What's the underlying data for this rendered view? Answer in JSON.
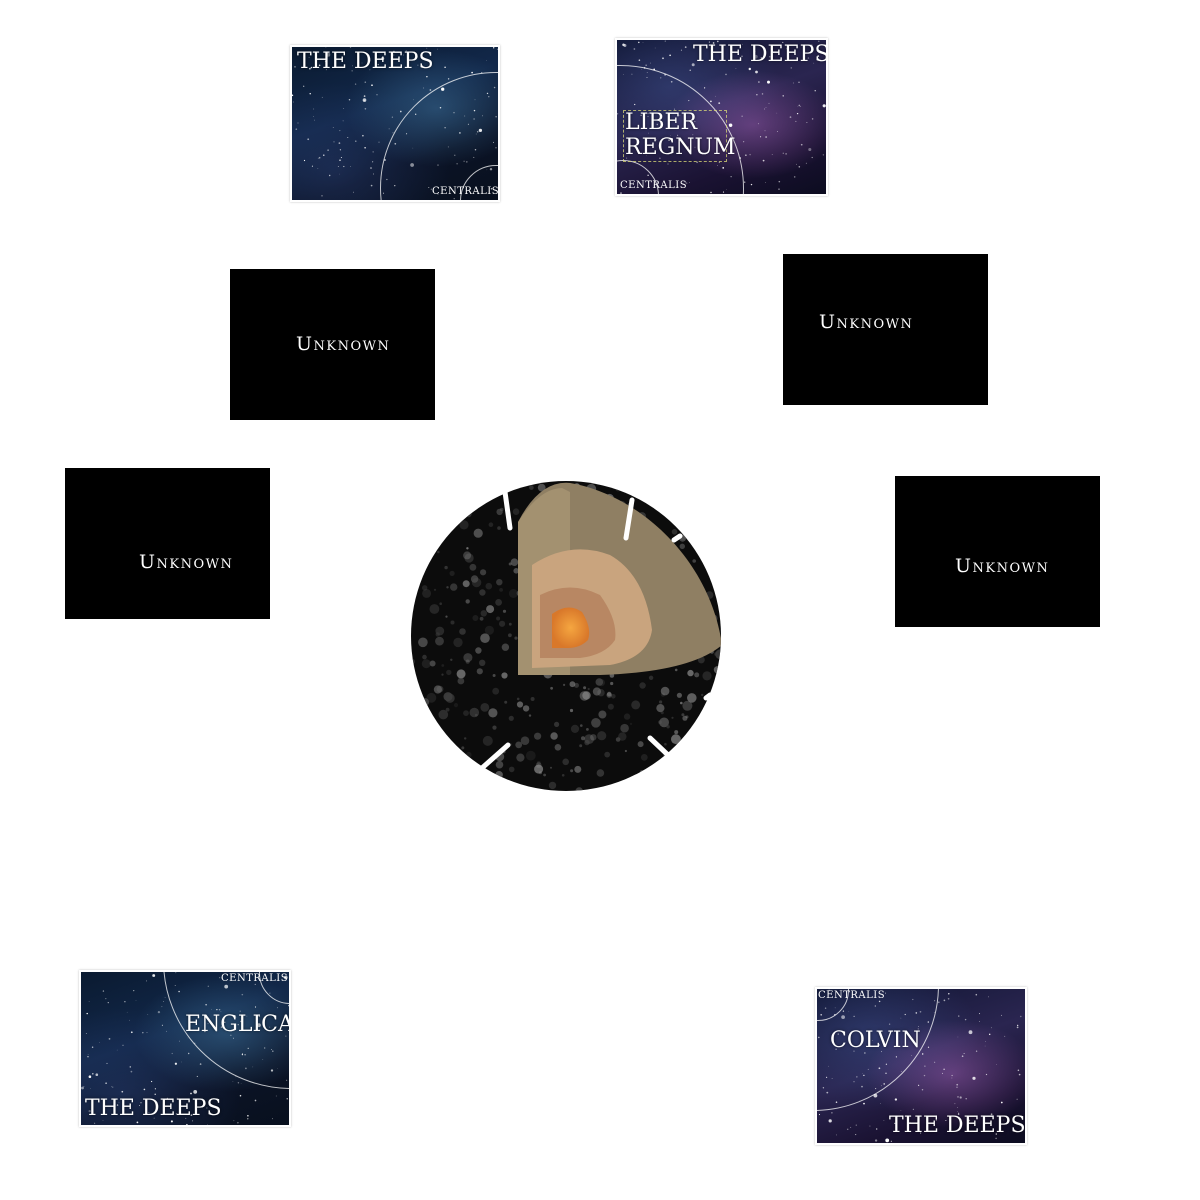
{
  "map": {
    "cards": [
      {
        "id": "top-left",
        "title": "THE DEEPS",
        "footer": "CENTRALIS",
        "region": ""
      },
      {
        "id": "top-right",
        "title": "THE DEEPS",
        "footer": "CENTRALIS",
        "region_line1": "LIBER",
        "region_line2": "REGNUM"
      },
      {
        "id": "bottom-left",
        "title": "THE DEEPS",
        "footer": "CENTRALIS",
        "region": "ENGLICA"
      },
      {
        "id": "bottom-right",
        "title": "THE DEEPS",
        "footer": "CENTRALIS",
        "region": "COLVIN"
      }
    ],
    "unknown_label": "Unknown",
    "unknowns": [
      {
        "id": "upper-left",
        "label": "Unknown"
      },
      {
        "id": "upper-right",
        "label": "Unknown"
      },
      {
        "id": "mid-left",
        "label": "Unknown"
      },
      {
        "id": "mid-right",
        "label": "Unknown"
      }
    ],
    "center": {
      "icon": "planet-core-cutaway-icon"
    },
    "colors": {
      "unknown_bg": "#000000",
      "core_inner": "#e8902e",
      "core_outer": "#b08060",
      "mantle": "#c9a880",
      "crust": "#8a7a62"
    }
  }
}
